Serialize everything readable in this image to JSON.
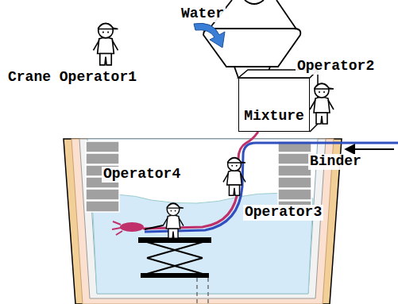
{
  "diagram": {
    "nodes": [
      {
        "text": [
          "Mixture"
        ]
      }
    ],
    "labels": [
      "Water",
      "Crane Operator1",
      "Operator2",
      "Binder",
      "Operator4",
      "Operator3"
    ]
  }
}
